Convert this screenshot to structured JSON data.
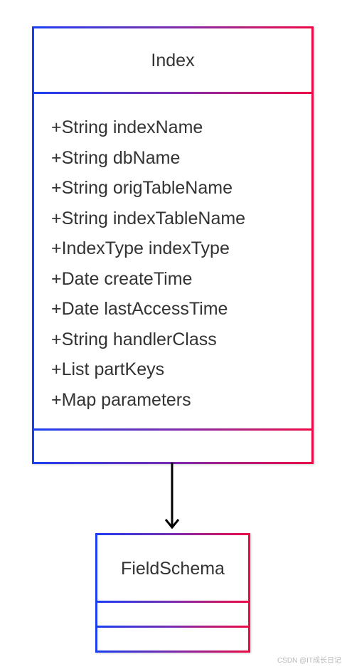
{
  "diagram": {
    "classes": [
      {
        "name": "Index",
        "attributes": [
          "+String indexName",
          "+String dbName",
          "+String origTableName",
          "+String indexTableName",
          "+IndexType indexType",
          "+Date createTime",
          "+Date lastAccessTime",
          "+String handlerClass",
          "+List partKeys",
          "+Map parameters"
        ],
        "methods": []
      },
      {
        "name": "FieldSchema",
        "attributes": [],
        "methods": []
      }
    ],
    "relations": [
      {
        "from": "Index",
        "to": "FieldSchema",
        "type": "association"
      }
    ],
    "colors": {
      "gradient_start": "#1a3ef0",
      "gradient_mid": "#7a2bb0",
      "gradient_end": "#ee0a45",
      "text": "#333333",
      "arrow": "#000000"
    }
  },
  "watermark": "CSDN @IT成长日记"
}
